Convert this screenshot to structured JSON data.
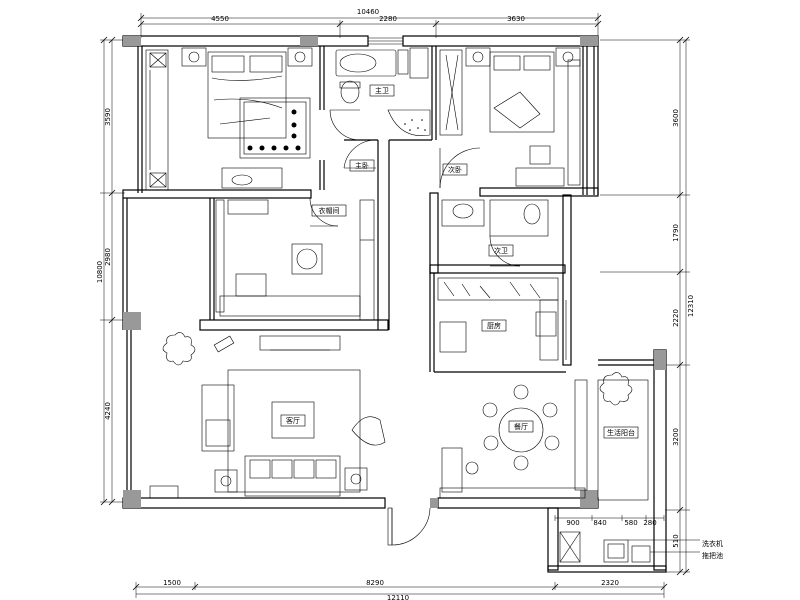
{
  "dimensions": {
    "top_total": "10460",
    "top_1": "4550",
    "top_2": "2280",
    "top_3": "3630",
    "bottom_1": "1500",
    "bottom_2": "8290",
    "bottom_3": "2320",
    "bottom_total": "12110",
    "left_total": "10800",
    "left_1": "3590",
    "left_2": "2980",
    "left_3": "4240",
    "right_1": "3600",
    "right_2": "1790",
    "right_3": "2220",
    "right_4": "3200",
    "right_5": "510",
    "right_total": "12310",
    "balcony_1": "900",
    "balcony_2": "840",
    "balcony_3": "580",
    "balcony_4": "280"
  },
  "rooms": {
    "master_bath": "主卫",
    "master_bed": "主卧",
    "second_bed": "次卧",
    "closet": "衣帽间",
    "second_bath": "次卫",
    "kitchen": "厨房",
    "living": "客厅",
    "dining": "餐厅",
    "balcony": "生活阳台"
  },
  "annotations": {
    "washer": "洗衣机",
    "mop_sink": "拖把池"
  },
  "colors": {
    "line": "#000000",
    "fill_gray": "#999999",
    "furniture": "#333333"
  }
}
